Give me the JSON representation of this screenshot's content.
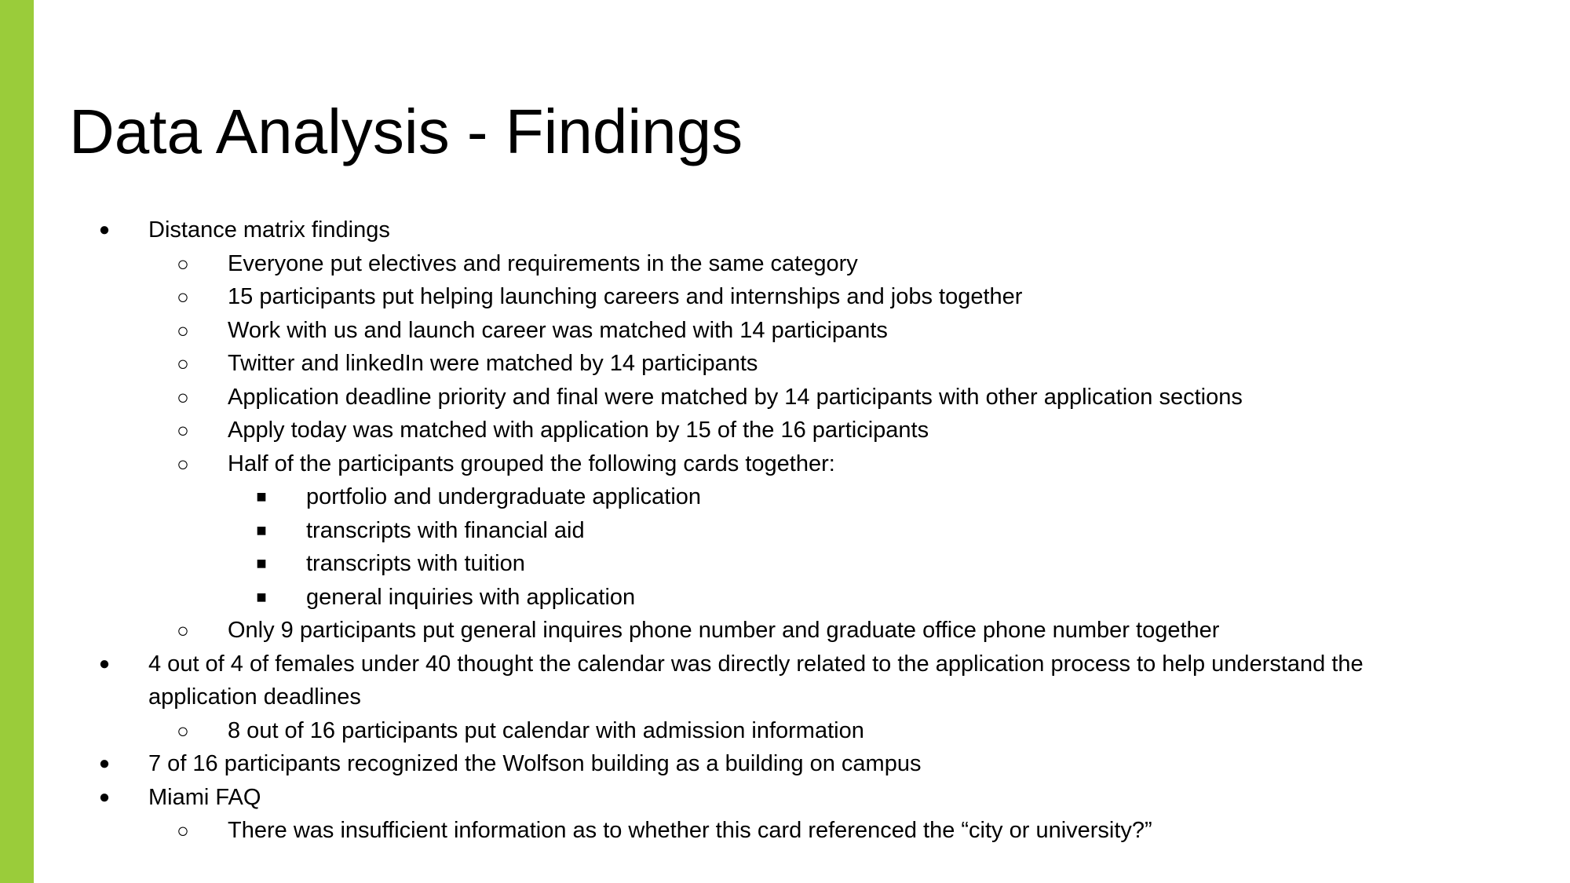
{
  "colors": {
    "accent_bar": "#9acc3a",
    "background": "#ffffff",
    "text": "#000000"
  },
  "slide": {
    "title": "Data Analysis - Findings",
    "bullets": [
      {
        "level": 1,
        "marker": "●",
        "text": "Distance matrix findings"
      },
      {
        "level": 2,
        "marker": "○",
        "text": "Everyone put electives and requirements in the same category"
      },
      {
        "level": 2,
        "marker": "○",
        "text": "15 participants put helping launching careers and internships and jobs together"
      },
      {
        "level": 2,
        "marker": "○",
        "text": "Work with us and launch career was matched with 14 participants"
      },
      {
        "level": 2,
        "marker": "○",
        "text": "Twitter and linkedIn were matched by 14 participants"
      },
      {
        "level": 2,
        "marker": "○",
        "text": "Application deadline priority and final were matched by 14 participants with other application sections"
      },
      {
        "level": 2,
        "marker": "○",
        "text": "Apply today was matched with application by 15 of the 16 participants"
      },
      {
        "level": 2,
        "marker": "○",
        "text": "Half of the participants grouped the following cards together:"
      },
      {
        "level": 3,
        "marker": "■",
        "text": "portfolio and undergraduate application"
      },
      {
        "level": 3,
        "marker": "■",
        "text": "transcripts with financial aid"
      },
      {
        "level": 3,
        "marker": "■",
        "text": "transcripts with tuition"
      },
      {
        "level": 3,
        "marker": "■",
        "text": "general inquiries with application"
      },
      {
        "level": 2,
        "marker": "○",
        "text": "Only 9 participants put general inquires phone number and graduate office phone number together"
      },
      {
        "level": 1,
        "marker": "●",
        "text": "4 out of 4 of females under 40 thought the calendar was directly related to the application process to help understand the application deadlines"
      },
      {
        "level": 2,
        "marker": "○",
        "text": "8 out of 16 participants put calendar with admission information"
      },
      {
        "level": 1,
        "marker": "●",
        "text": "7 of 16 participants recognized the Wolfson building as a building on campus"
      },
      {
        "level": 1,
        "marker": "●",
        "text": "Miami FAQ"
      },
      {
        "level": 2,
        "marker": "○",
        "text": "There was insufficient information as to whether this card referenced the “city or university?”"
      }
    ]
  }
}
